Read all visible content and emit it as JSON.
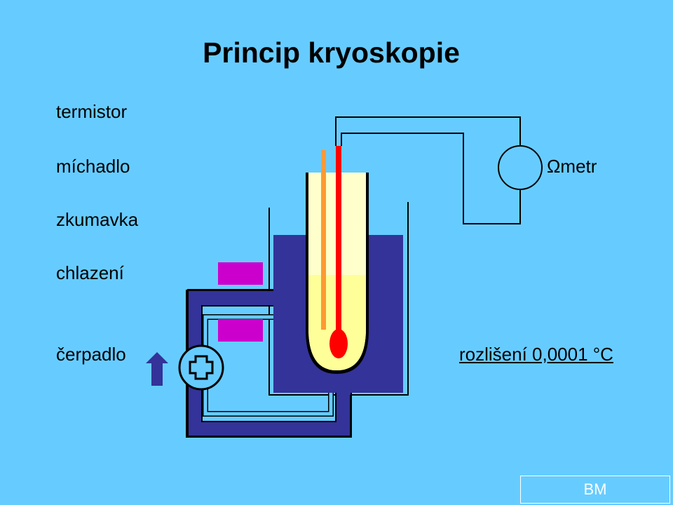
{
  "title": "Princip kryoskopie",
  "labels": {
    "termistor": "termistor",
    "michadlo": "míchadlo",
    "zkumavka": "zkumavka",
    "chlazeni": "chlazení",
    "cerpadlo": "čerpadlo",
    "ometr": "Ωmetr",
    "rozliseni": "rozlišení 0,0001 °C"
  },
  "footer": {
    "badge": "BM"
  },
  "colors": {
    "background": "#66ccff",
    "cooling_bath": "#333399",
    "test_tube": "#ffffcc",
    "sample_liquid": "#ffff99",
    "thermistor_probe": "#ff0000",
    "stirrer": "#ff9933",
    "cooling_elements": "#cc00cc",
    "flow_arrow": "#333399"
  },
  "icons": [
    "ohmmeter-circle",
    "pump-icon",
    "flow-up-arrow"
  ]
}
